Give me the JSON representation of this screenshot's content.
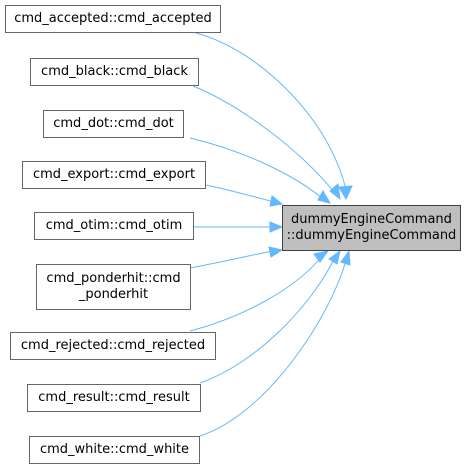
{
  "diagram": {
    "edge_color": "#63b8ff",
    "target": {
      "line1": "dummyEngineCommand",
      "line2": "::dummyEngineCommand",
      "fill": "#bfbfbf"
    },
    "callers": [
      {
        "id": "accepted",
        "lines": [
          "cmd_accepted::cmd_accepted"
        ]
      },
      {
        "id": "black",
        "lines": [
          "cmd_black::cmd_black"
        ]
      },
      {
        "id": "dot",
        "lines": [
          "cmd_dot::cmd_dot"
        ]
      },
      {
        "id": "export",
        "lines": [
          "cmd_export::cmd_export"
        ]
      },
      {
        "id": "otim",
        "lines": [
          "cmd_otim::cmd_otim"
        ]
      },
      {
        "id": "ponderhit",
        "lines": [
          "cmd_ponderhit::cmd",
          "_ponderhit"
        ]
      },
      {
        "id": "rejected",
        "lines": [
          "cmd_rejected::cmd_rejected"
        ]
      },
      {
        "id": "result",
        "lines": [
          "cmd_result::cmd_result"
        ]
      },
      {
        "id": "white",
        "lines": [
          "cmd_white::cmd_white"
        ]
      }
    ]
  }
}
